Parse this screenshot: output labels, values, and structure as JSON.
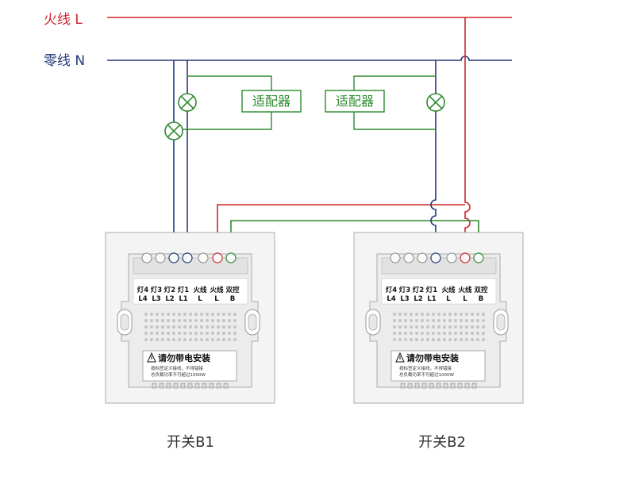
{
  "lines": {
    "live_label": "火线 L",
    "neutral_label": "零线 N",
    "live_color": "#d0262b",
    "neutral_color": "#233a7a",
    "control_color": "#2e8a2e"
  },
  "adapters": [
    {
      "label": "适配器"
    },
    {
      "label": "适配器"
    }
  ],
  "terminals": {
    "top": [
      "灯4",
      "灯3",
      "灯2",
      "灯1",
      "火线",
      "火线",
      "双控"
    ],
    "bottom": [
      "L4",
      "L3",
      "L2",
      "L1",
      "L",
      "L",
      "B"
    ]
  },
  "warning": {
    "title": "请勿带电安装",
    "line1": "按标签定义接线，不得错接",
    "line2": "总负载功率不可超过1000W"
  },
  "switches": [
    {
      "caption": "开关B1"
    },
    {
      "caption": "开关B2"
    }
  ]
}
